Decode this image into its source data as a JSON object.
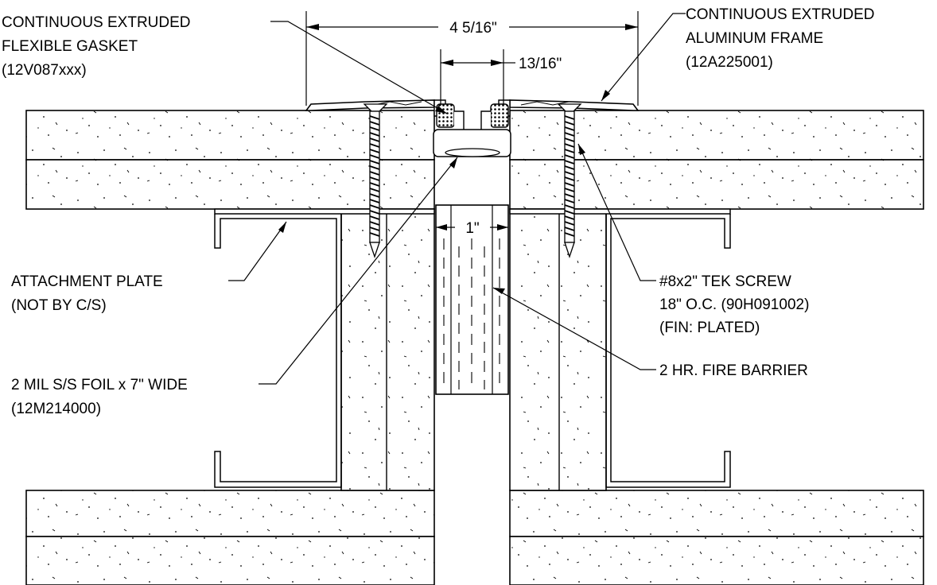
{
  "labels": {
    "gasket": [
      "CONTINUOUS EXTRUDED",
      "FLEXIBLE GASKET",
      "(12V087xxx)"
    ],
    "frame": [
      "CONTINUOUS EXTRUDED",
      "ALUMINUM FRAME",
      "(12A225001)"
    ],
    "attachment_plate": [
      "ATTACHMENT PLATE",
      "(NOT BY C/S)"
    ],
    "foil": [
      "2 MIL S/S FOIL x 7\" WIDE",
      "(12M214000)"
    ],
    "screw": [
      "#8x2\" TEK SCREW",
      "18\" O.C. (90H091002)",
      "(FIN: PLATED)"
    ],
    "fire_barrier": [
      "2 HR. FIRE BARRIER"
    ]
  },
  "dimensions": {
    "overall_width": "4 5/16\"",
    "gasket_width": "13/16\"",
    "gap_width": "1\""
  }
}
